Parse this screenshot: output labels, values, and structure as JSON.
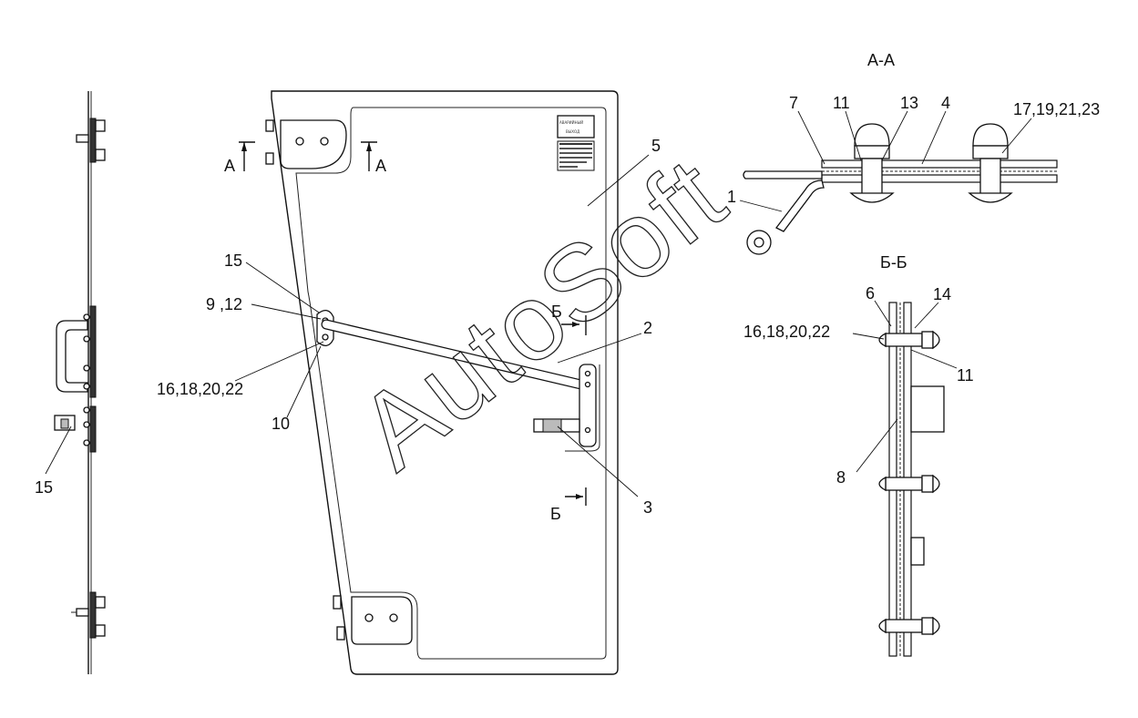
{
  "watermark": "AutoSoft",
  "plate": {
    "line1": "АВАРИЙНЫЙ",
    "line2": "ВЫХОД"
  },
  "sections": {
    "aa": "А-А",
    "bb": "Б-Б"
  },
  "cut_marks": {
    "a_left": "А",
    "a_right": "А",
    "b_top": "Б",
    "b_bottom": "Б"
  },
  "callouts": {
    "side_15": "15",
    "door_15": "15",
    "door_9_12": "9 ,12",
    "door_16_18_20_22": "16,18,20,22",
    "door_10": "10",
    "door_5": "5",
    "door_2": "2",
    "door_3": "3",
    "aa_7": "7",
    "aa_11": "11",
    "aa_13": "13",
    "aa_4": "4",
    "aa_17_19_21_23": "17,19,21,23",
    "aa_1": "1",
    "bb_6": "6",
    "bb_14": "14",
    "bb_16_18_20_22": "16,18,20,22",
    "bb_11": "11",
    "bb_8": "8"
  }
}
